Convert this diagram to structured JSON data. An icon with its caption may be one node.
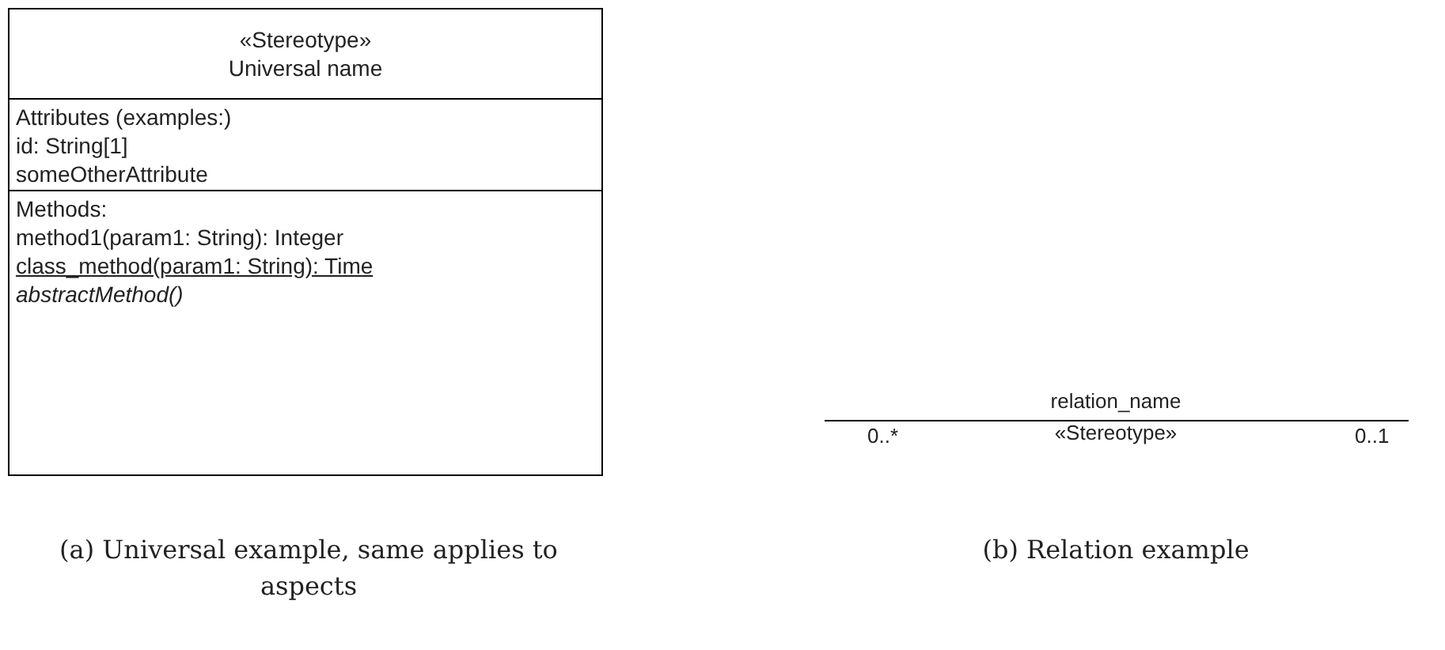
{
  "diagram": {
    "nodes": [
      {
        "text": [
          "«Stereotype»",
          "Universal name"
        ]
      },
      {
        "text": [
          "Attributes (examples:)",
          "id: String[1]",
          "someOtherAttribute"
        ],
        "in": 0
      },
      {
        "text": [
          "Methods:",
          "method1(param1: String): Integer",
          "class_method(param1: String): Time",
          "abstractMethod()"
        ],
        "in": 0
      }
    ],
    "labels": [
      "relation_name",
      "0..*",
      "«Stereotype»",
      "0..1",
      "(a) Universal example, same applies to aspects",
      "(b) Relation example"
    ]
  }
}
